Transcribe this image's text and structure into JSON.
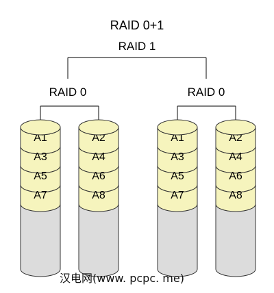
{
  "diagram": {
    "title_line1": "RAID 0+1",
    "title_line2": "RAID 1",
    "groups": [
      {
        "label": "RAID 0",
        "disks": [
          {
            "blocks": [
              "A1",
              "A3",
              "A5",
              "A7"
            ]
          },
          {
            "blocks": [
              "A2",
              "A4",
              "A6",
              "A8"
            ]
          }
        ]
      },
      {
        "label": "RAID 0",
        "disks": [
          {
            "blocks": [
              "A1",
              "A3",
              "A5",
              "A7"
            ]
          },
          {
            "blocks": [
              "A2",
              "A4",
              "A6",
              "A8"
            ]
          }
        ]
      }
    ],
    "watermark": "汉电网(www. pcpc. me)",
    "colors": {
      "block_fill": "#f6f4bd",
      "empty_fill": "#dcdcdc",
      "line": "#333333"
    }
  }
}
